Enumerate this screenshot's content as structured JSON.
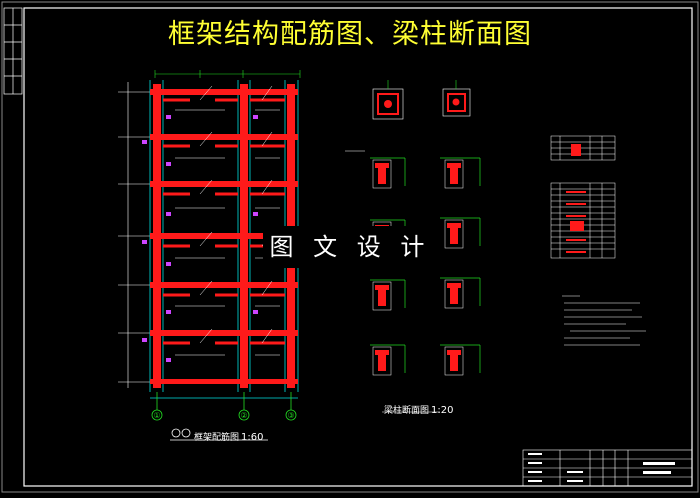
{
  "drawing": {
    "title": "框架结构配筋图、梁柱断面图",
    "watermark": "图 文 设 计",
    "frame_caption": "框架配筋图",
    "frame_scale": "1:60",
    "section_caption": "梁柱断面图",
    "section_scale": "1:20",
    "axis_labels": [
      "①",
      "②",
      "③"
    ],
    "colors": {
      "background": "#000000",
      "title": "#ffff33",
      "rebar": "#ff1a1a",
      "frame_line": "#00e0e0",
      "dimension": "#22dd22",
      "text": "#ffffff",
      "tag": "#cc44ff"
    }
  }
}
